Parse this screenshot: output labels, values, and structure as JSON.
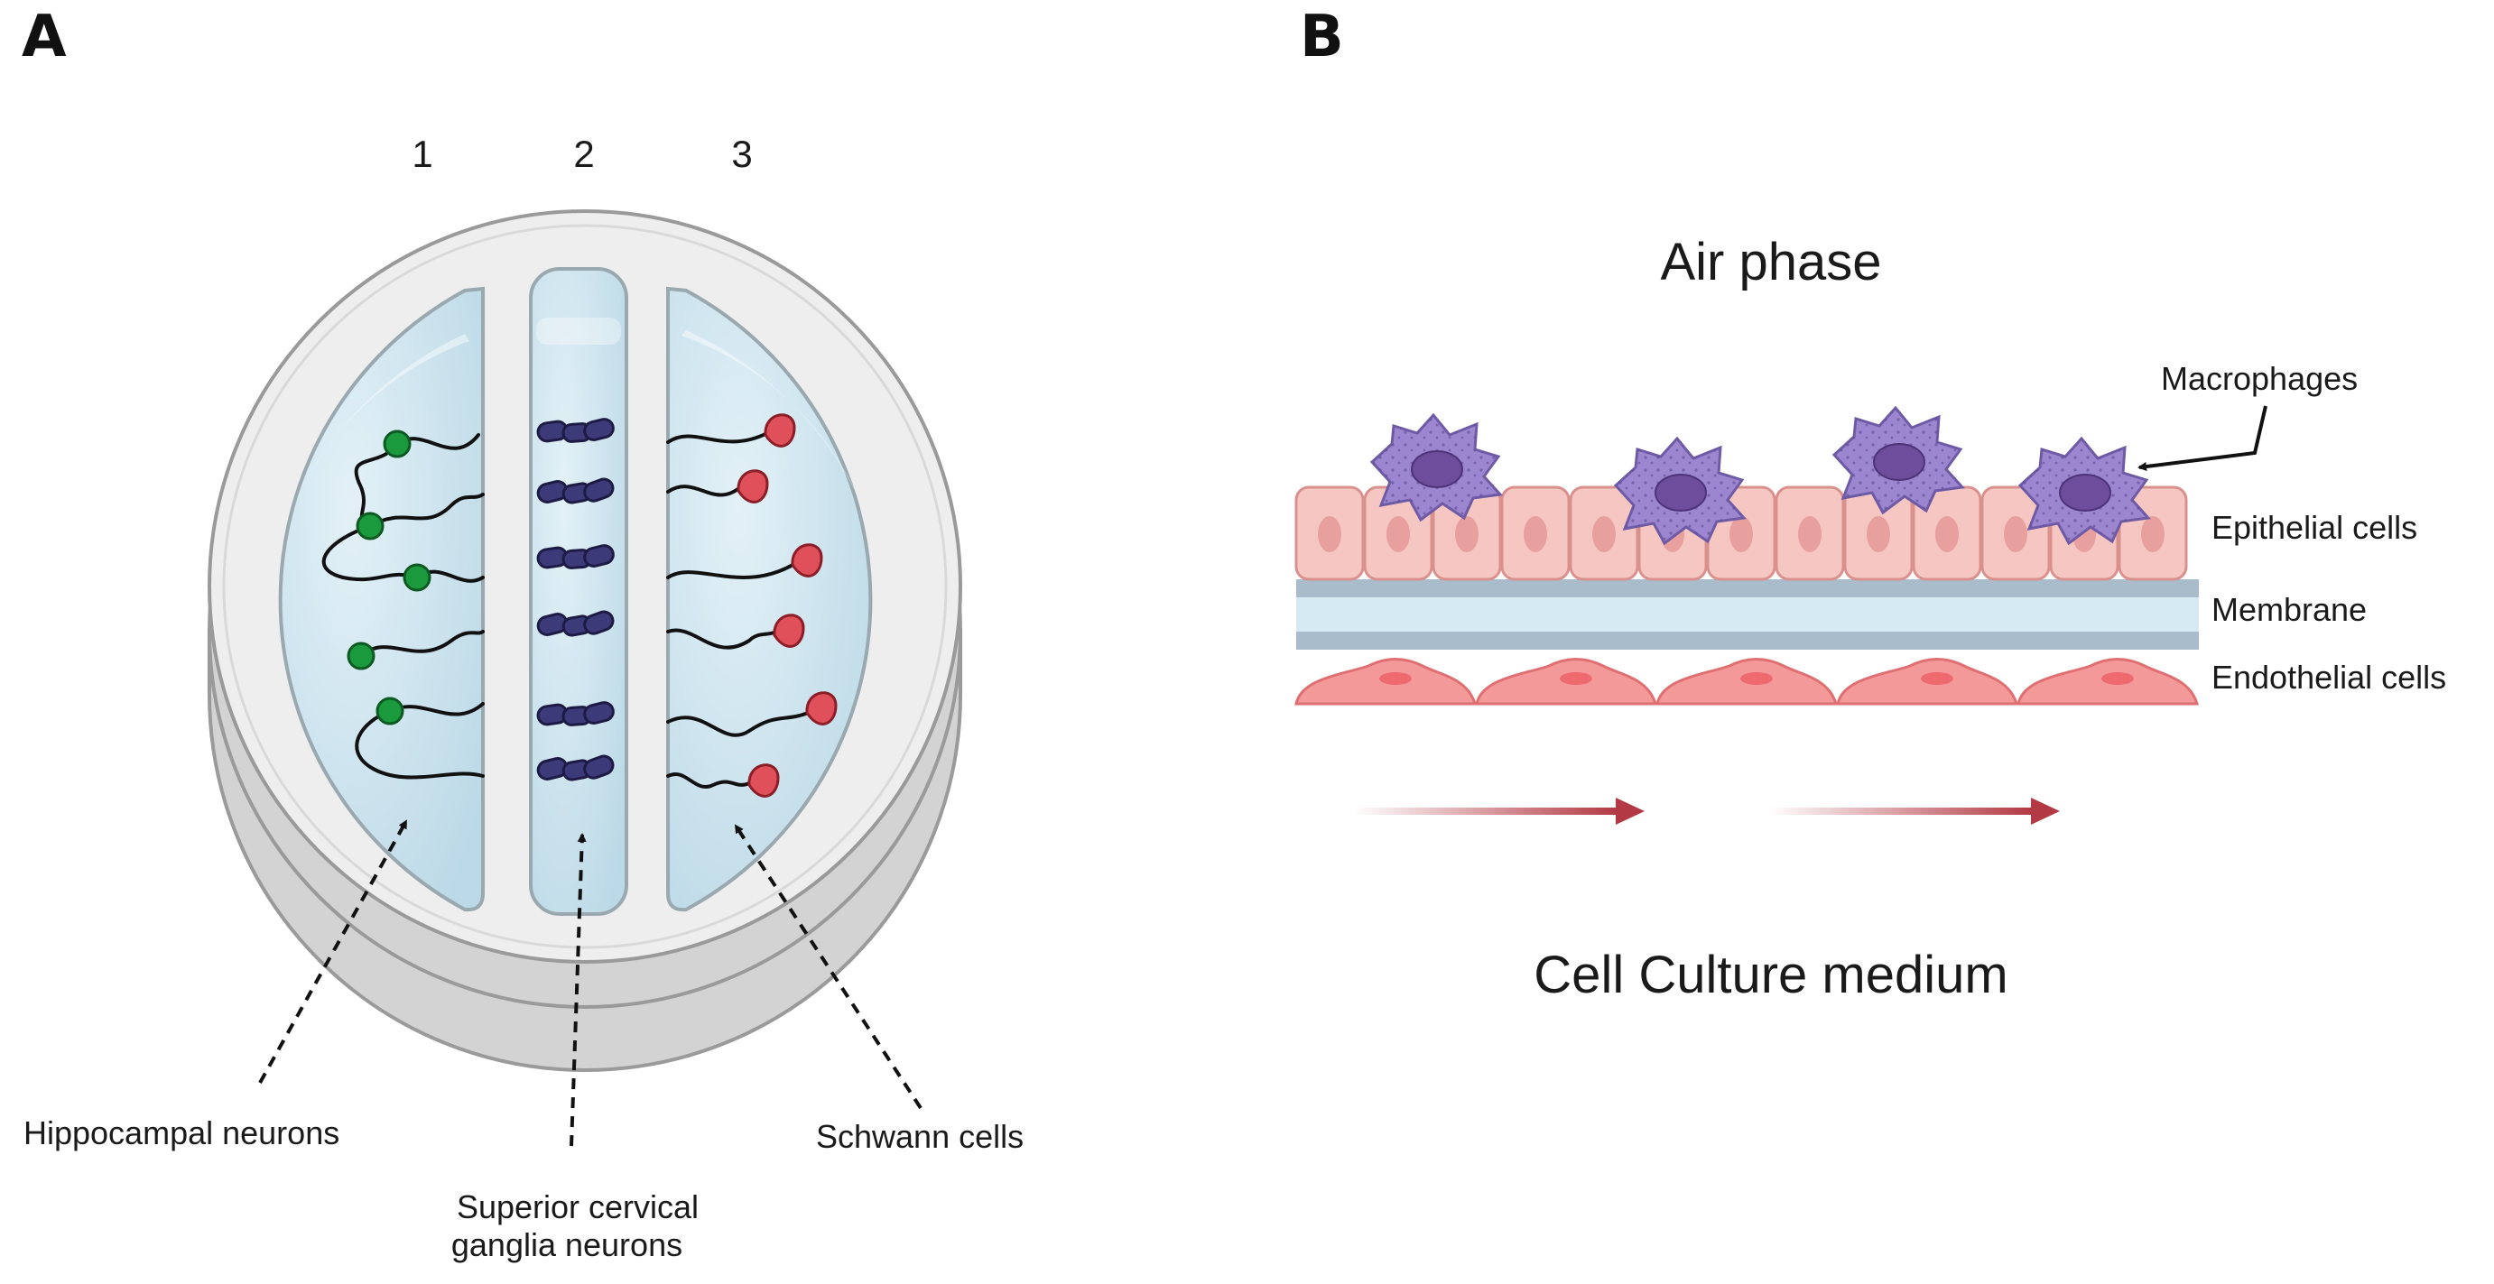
{
  "panel_a": {
    "letter": "A",
    "compartment_numbers": [
      "1",
      "2",
      "3"
    ],
    "labels": {
      "hippocampal": "Hippocampal neurons",
      "superior_line1": "Superior cervical",
      "superior_line2": "ganglia neurons",
      "schwann": "Schwann cells"
    }
  },
  "panel_b": {
    "letter": "B",
    "air_phase": "Air phase",
    "macrophages": "Macrophages",
    "epithelial": "Epithelial cells",
    "membrane": "Membrane",
    "endothelial": "Endothelial cells",
    "medium": "Cell Culture medium"
  },
  "colors": {
    "hippocampal_neuron": "#1a9a3c",
    "ganglia_neuron": "#3c3a78",
    "schwann_cell": "#e0505a",
    "macrophage": "#9b86cf",
    "epithelial": "#f6c6c3",
    "endothelial": "#f3999a",
    "membrane": "#d6eaf4",
    "medium_arrow": "#b33a44",
    "chamber_fill": "#c9e2ee",
    "dish_rim": "#eeeeee"
  }
}
